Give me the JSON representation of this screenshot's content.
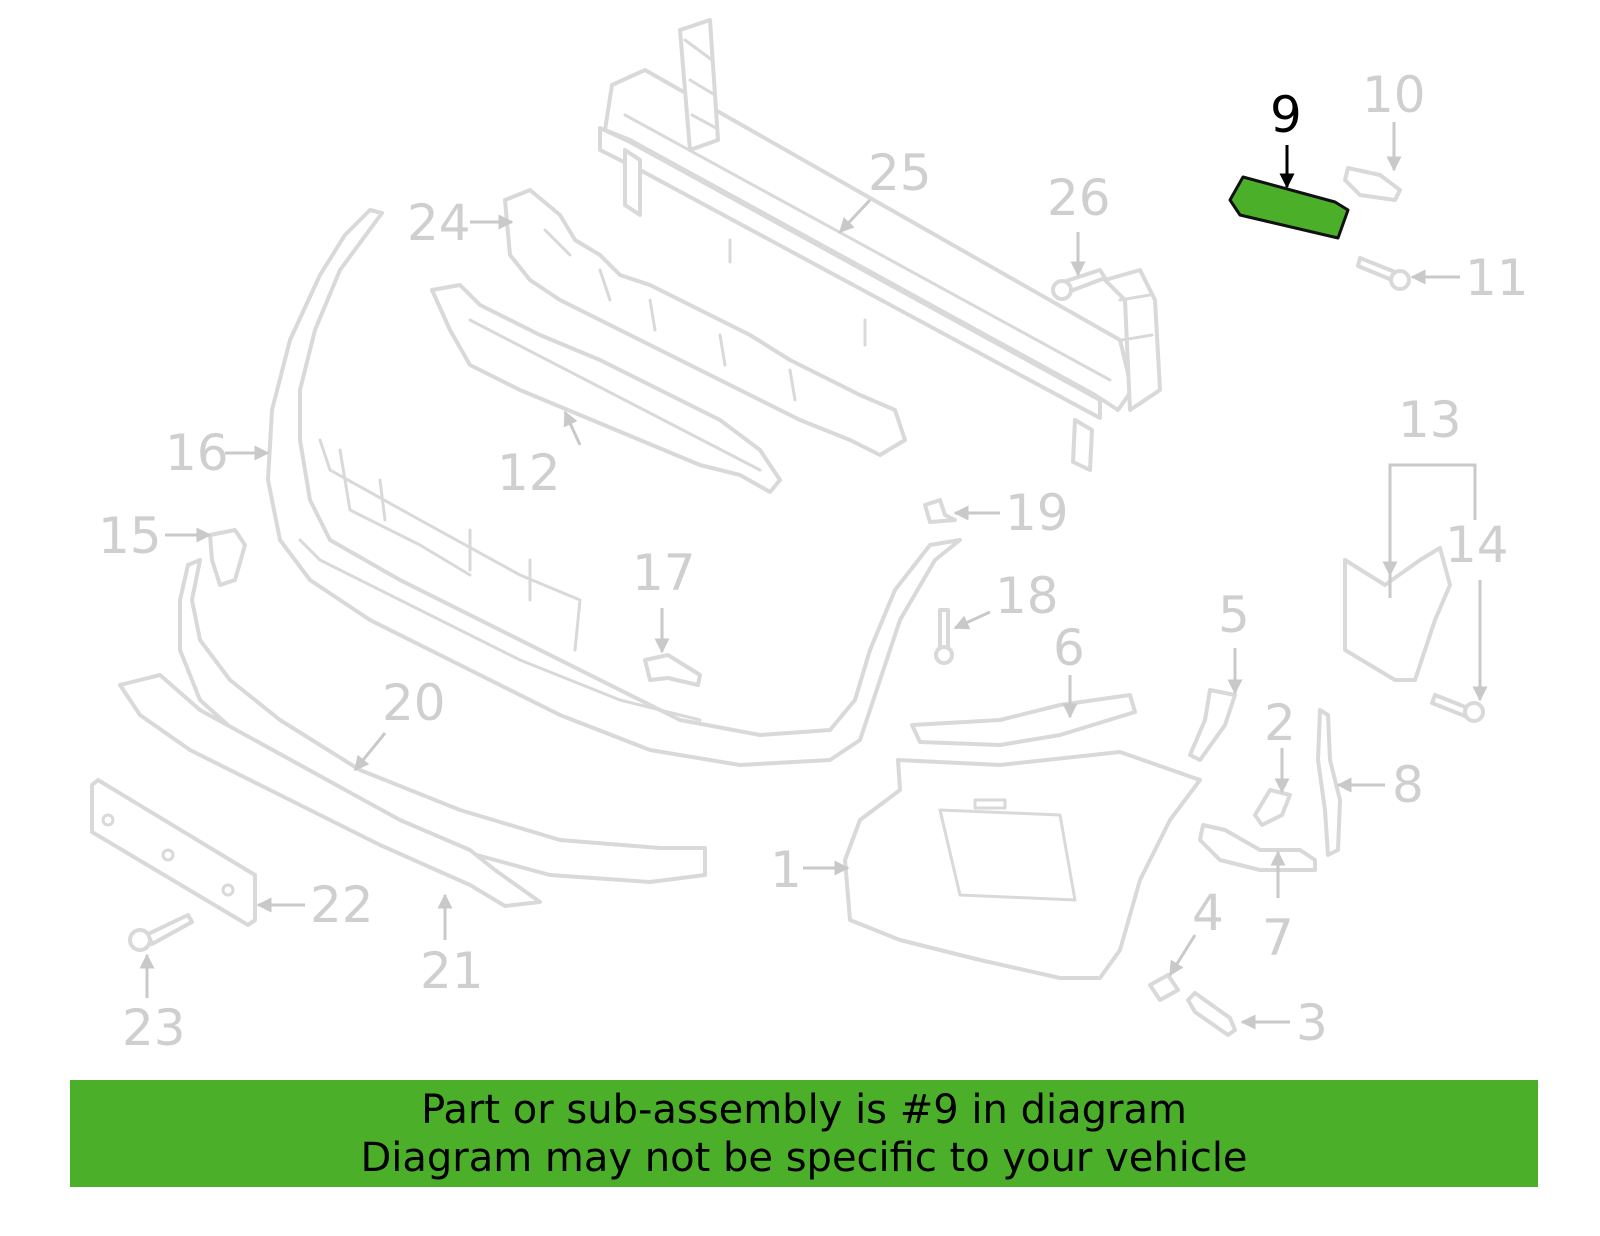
{
  "callouts": {
    "c1": "1",
    "c2": "2",
    "c3": "3",
    "c4": "4",
    "c5": "5",
    "c6": "6",
    "c7": "7",
    "c8": "8",
    "c9": "9",
    "c10": "10",
    "c11": "11",
    "c12": "12",
    "c13": "13",
    "c14": "14",
    "c15": "15",
    "c16": "16",
    "c17": "17",
    "c18": "18",
    "c19": "19",
    "c20": "20",
    "c21": "21",
    "c22": "22",
    "c23": "23",
    "c24": "24",
    "c25": "25",
    "c26": "26"
  },
  "highlight": {
    "part": "9",
    "color": "#4caf2a"
  },
  "banner": {
    "line1": "Part or sub-assembly is #9 in diagram",
    "line2": "Diagram may not be specific to your vehicle",
    "color": "#4caf2a"
  }
}
